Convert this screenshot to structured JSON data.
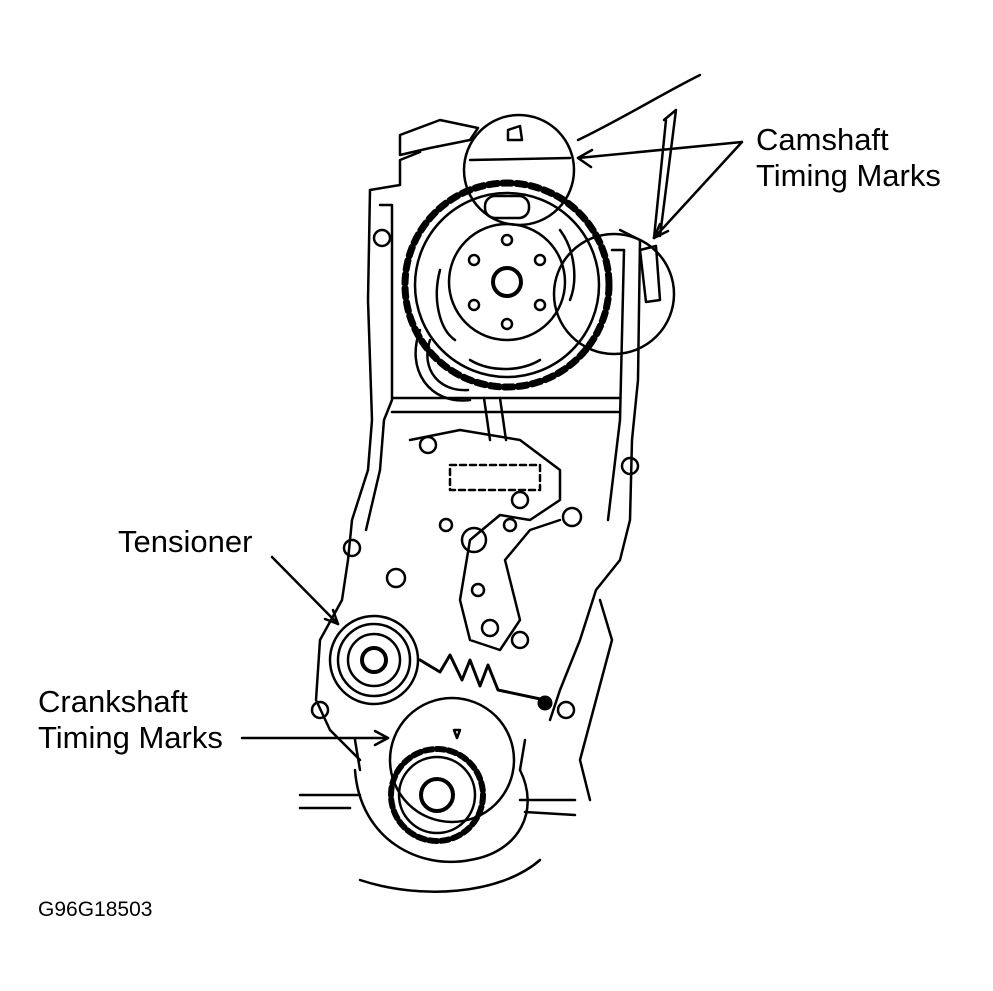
{
  "labels": {
    "camshaft_line1": "Camshaft",
    "camshaft_line2": "Timing Marks",
    "tensioner": "Tensioner",
    "crankshaft_line1": "Crankshaft",
    "crankshaft_line2": "Timing Marks"
  },
  "figure_id": "G96G18503",
  "colors": {
    "ink": "#000000",
    "background": "#ffffff"
  },
  "parts": [
    "camshaft-sprocket",
    "tensioner-pulley",
    "tensioner-spring",
    "crankshaft-sprocket",
    "engine-block",
    "timing-cover-outline"
  ]
}
